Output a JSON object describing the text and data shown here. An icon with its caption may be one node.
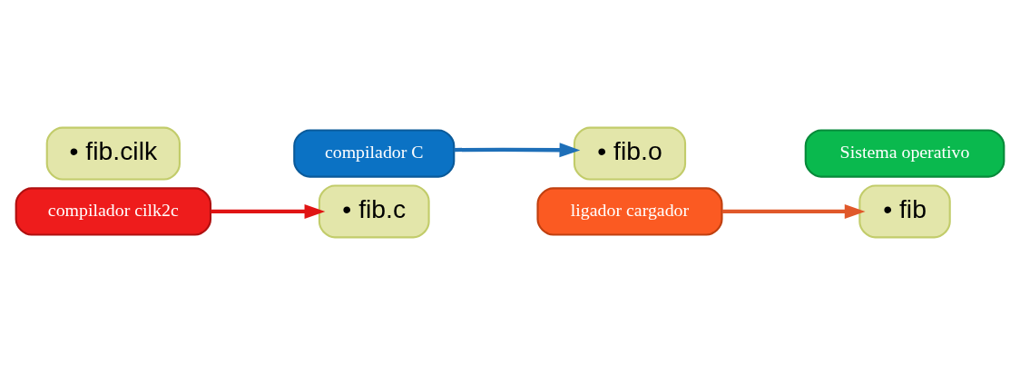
{
  "diagram": {
    "nodes": [
      {
        "text": [
          "• fib.cilk"
        ]
      },
      {
        "text": [
          "compilador cilk2c"
        ]
      },
      {
        "text": [
          "• fib.c"
        ]
      },
      {
        "text": [
          "compilador C"
        ]
      },
      {
        "text": [
          "• fib.o"
        ]
      },
      {
        "text": [
          "ligador cargador"
        ]
      },
      {
        "text": [
          "Sistema operativo"
        ]
      },
      {
        "text": [
          "• fib"
        ]
      }
    ],
    "edges": [
      {
        "from": 1,
        "to": 2,
        "arrow": "to",
        "color": "#e01414"
      },
      {
        "from": 3,
        "to": 4,
        "arrow": "to",
        "color": "#1e6fb8"
      },
      {
        "from": 5,
        "to": 7,
        "arrow": "to",
        "color": "#e0582a"
      }
    ]
  }
}
